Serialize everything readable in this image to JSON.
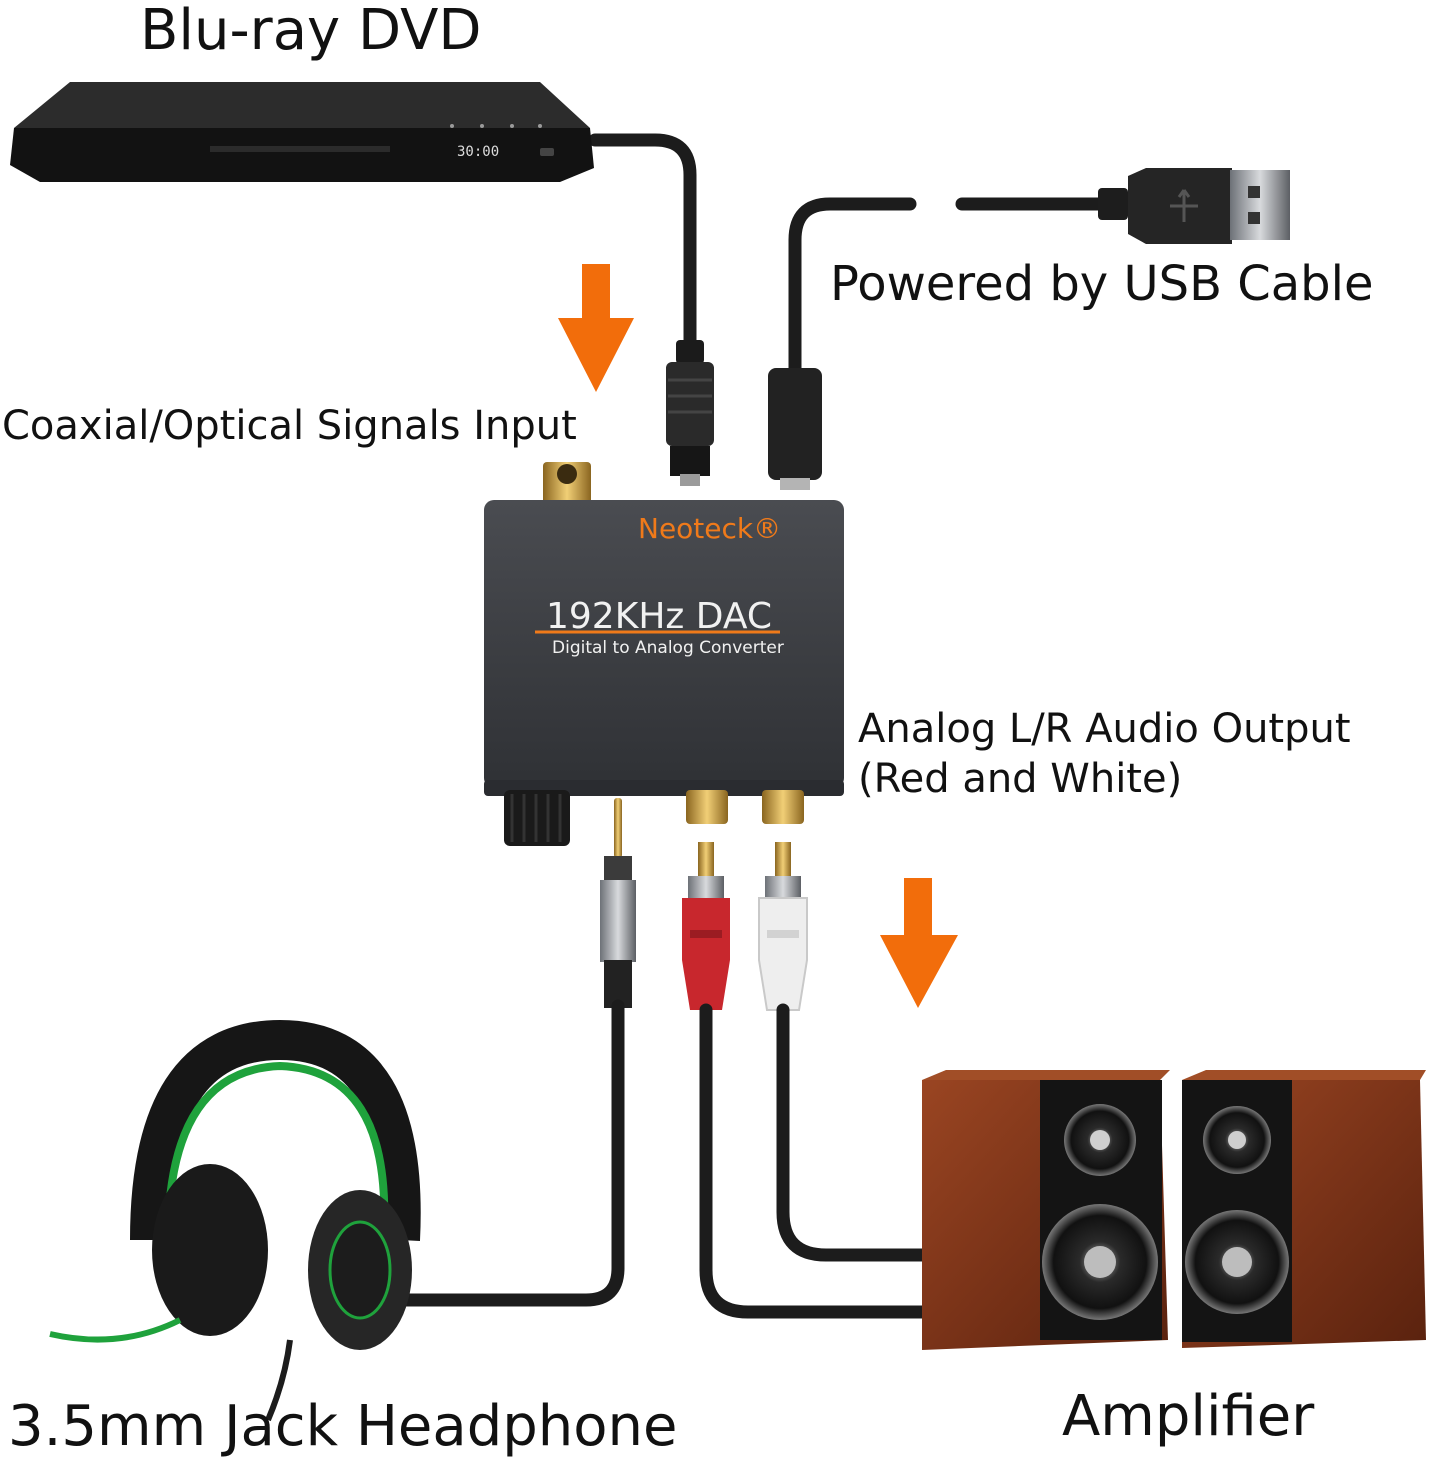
{
  "labels": {
    "source_device": "Blu-ray DVD",
    "power": "Powered by USB Cable",
    "signal_input": "Coaxial/Optical Signals Input",
    "analog_output_line1": "Analog L/R Audio Output",
    "analog_output_line2": "(Red and White)",
    "headphone": "3.5mm Jack Headphone",
    "amplifier": "Amplifier"
  },
  "device": {
    "brand": "Neoteck®",
    "model": "192KHz DAC",
    "subtitle": "Digital to Analog Converter"
  },
  "player_display": "30:00",
  "colors": {
    "arrow": "#f26d0b",
    "brand": "#f07a1a",
    "dac_body": "#3c3e42",
    "cable": "#1c1c1c",
    "speaker_wood": "#7a3318",
    "headphone_accent": "#1fa23c",
    "gold_connector": "#c99b3a",
    "rca_red": "#c8272d"
  },
  "icons": [
    "usb-plug-icon",
    "down-arrow-icon",
    "optical-connector-icon",
    "micro-usb-connector-icon",
    "rca-connector-icon",
    "jack-connector-icon"
  ]
}
